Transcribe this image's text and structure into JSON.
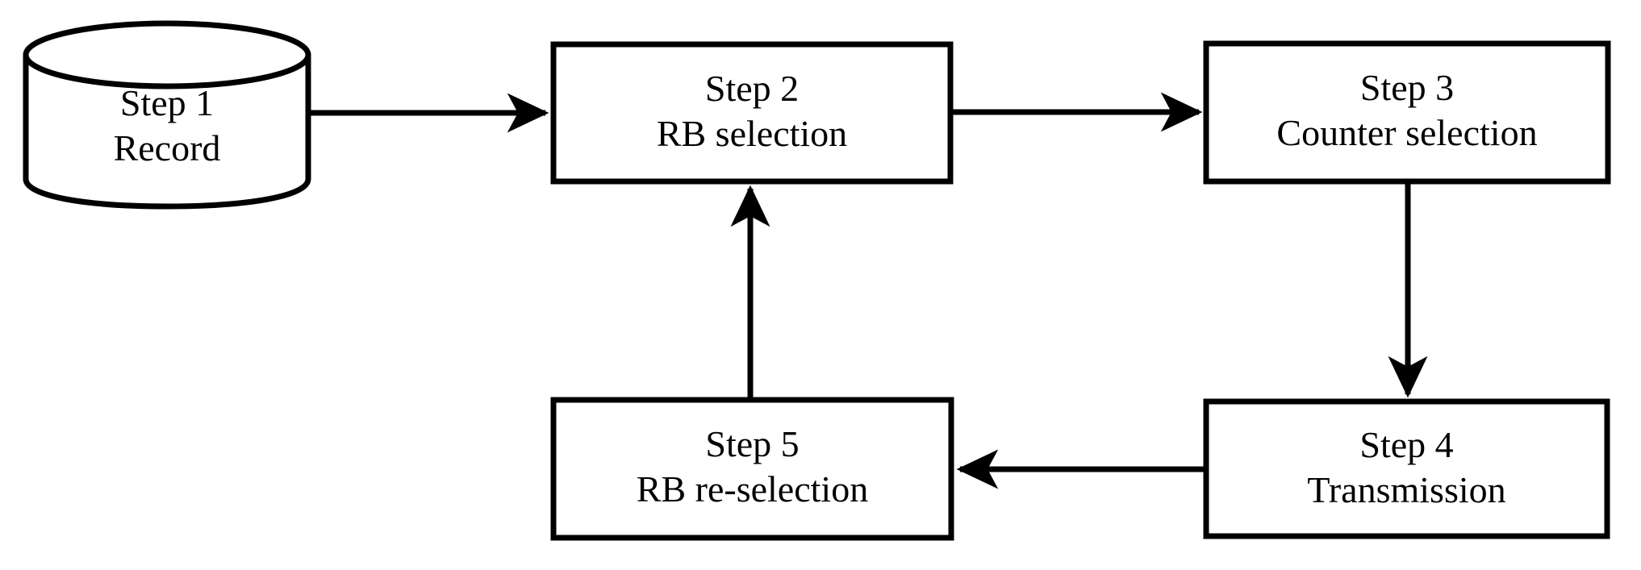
{
  "diagram": {
    "type": "flowchart",
    "title": "",
    "background_color": "#ffffff",
    "stroke_color": "#000000",
    "fill_color": "#ffffff",
    "nodes": [
      {
        "id": "step1",
        "shape": "cylinder",
        "line1": "Step 1",
        "line2": "Record",
        "text": "Step 1\nRecord"
      },
      {
        "id": "step2",
        "shape": "rectangle",
        "line1": "Step 2",
        "line2": "RB selection",
        "text": "Step 2\nRB selection"
      },
      {
        "id": "step3",
        "shape": "rectangle",
        "line1": "Step 3",
        "line2": "Counter selection",
        "text": "Step 3\nCounter selection"
      },
      {
        "id": "step4",
        "shape": "rectangle",
        "line1": "Step 4",
        "line2": "Transmission",
        "text": "Step 4\nTransmission"
      },
      {
        "id": "step5",
        "shape": "rectangle",
        "line1": "Step 5",
        "line2": "RB re-selection",
        "text": "Step 5\nRB re-selection"
      }
    ],
    "edges": [
      {
        "id": "e1",
        "from": "step1",
        "to": "step2",
        "direction": "right",
        "label": ""
      },
      {
        "id": "e2",
        "from": "step2",
        "to": "step3",
        "direction": "right",
        "label": ""
      },
      {
        "id": "e3",
        "from": "step3",
        "to": "step4",
        "direction": "down",
        "label": ""
      },
      {
        "id": "e4",
        "from": "step4",
        "to": "step5",
        "direction": "left",
        "label": ""
      },
      {
        "id": "e5",
        "from": "step5",
        "to": "step2",
        "direction": "up",
        "label": ""
      }
    ]
  }
}
